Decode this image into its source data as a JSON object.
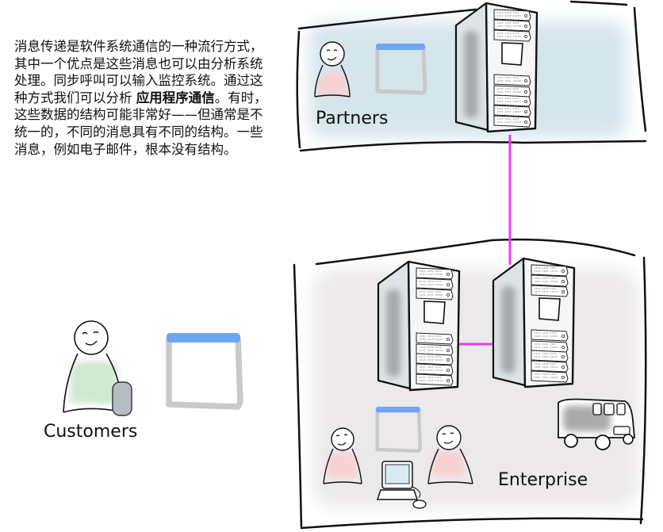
{
  "description": {
    "before_bold": "消息传递是软件系统通信的一种流行方式，其中一个优点是这些消息也可以由分析系统处理。同步呼叫可以输入监控系统。通过这种方式我们可以分析 ",
    "bold": "应用程序通信",
    "after_bold": "。有时，这些数据的结构可能非常好——但通常是不统一的，不同的消息具有不同的结构。一些消息，例如电子邮件，根本没有结构。"
  },
  "zones": {
    "partners": {
      "label": "Partners",
      "fill": "#d5e5ec"
    },
    "enterprise": {
      "label": "Enterprise",
      "fill": "#ece9ea"
    },
    "customers": {
      "label": "Customers"
    }
  },
  "colors": {
    "connection": "#e83cf0",
    "window_bar": "#6fa6f2",
    "window_frame": "#c9c9c9",
    "partner_shirt": "#f8d0d2",
    "customer_shirt": "#cfe8cf",
    "phone": "#b6bcc4"
  }
}
